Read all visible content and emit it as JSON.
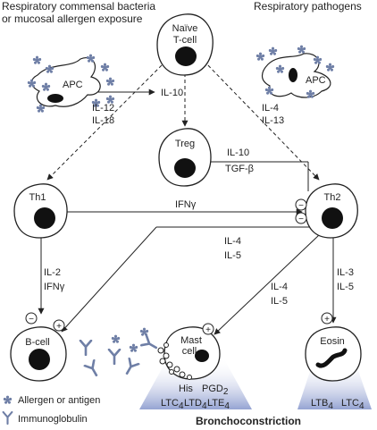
{
  "headers": {
    "left_line1": "Respiratory commensal bacteria",
    "left_line2": "or mucosal allergen exposure",
    "right": "Respiratory pathogens"
  },
  "cells": {
    "naive_line1": "Naïve",
    "naive_line2": "T-cell",
    "treg": "Treg",
    "th1": "Th1",
    "th2": "Th2",
    "bcell": "B-cell",
    "mast_line1": "Mast",
    "mast_line2": "cell",
    "eosin": "Eosin",
    "apc_left": "APC",
    "apc_right": "APC"
  },
  "cytokines": {
    "il10_top": "IL-10",
    "il12": "IL-12",
    "il18": "IL-18",
    "il4_right": "IL-4",
    "il13": "IL-13",
    "il10_treg": "IL-10",
    "tgfb": "TGF-β",
    "ifng_th1th2": "IFNγ",
    "il4_mid": "IL-4",
    "il5_mid": "IL-5",
    "il2": "IL-2",
    "ifng_left": "IFNγ",
    "il4_mast": "IL-4",
    "il5_mast": "IL-5",
    "il3": "IL-3",
    "il5_eos": "IL-5"
  },
  "mediators": {
    "his": "His",
    "pgd2": "PGD",
    "pgd2_sub": "2",
    "ltc4": "LTC",
    "ltd4": "LTD",
    "lte4": "LTE",
    "sub4": "4",
    "ltb4": "LTB",
    "ltc4_eos": "LTC"
  },
  "signs": {
    "minus": "−",
    "plus": "+"
  },
  "legend": {
    "allergen": "Allergen or antigen",
    "immunoglobulin": "Immunoglobulin"
  },
  "footer": {
    "bronchoconstriction": "Bronchoconstriction"
  },
  "colors": {
    "line": "#222222",
    "star": "#6f7fa6",
    "cone": "#8f9ed0",
    "ig": "#6f7fa6"
  }
}
